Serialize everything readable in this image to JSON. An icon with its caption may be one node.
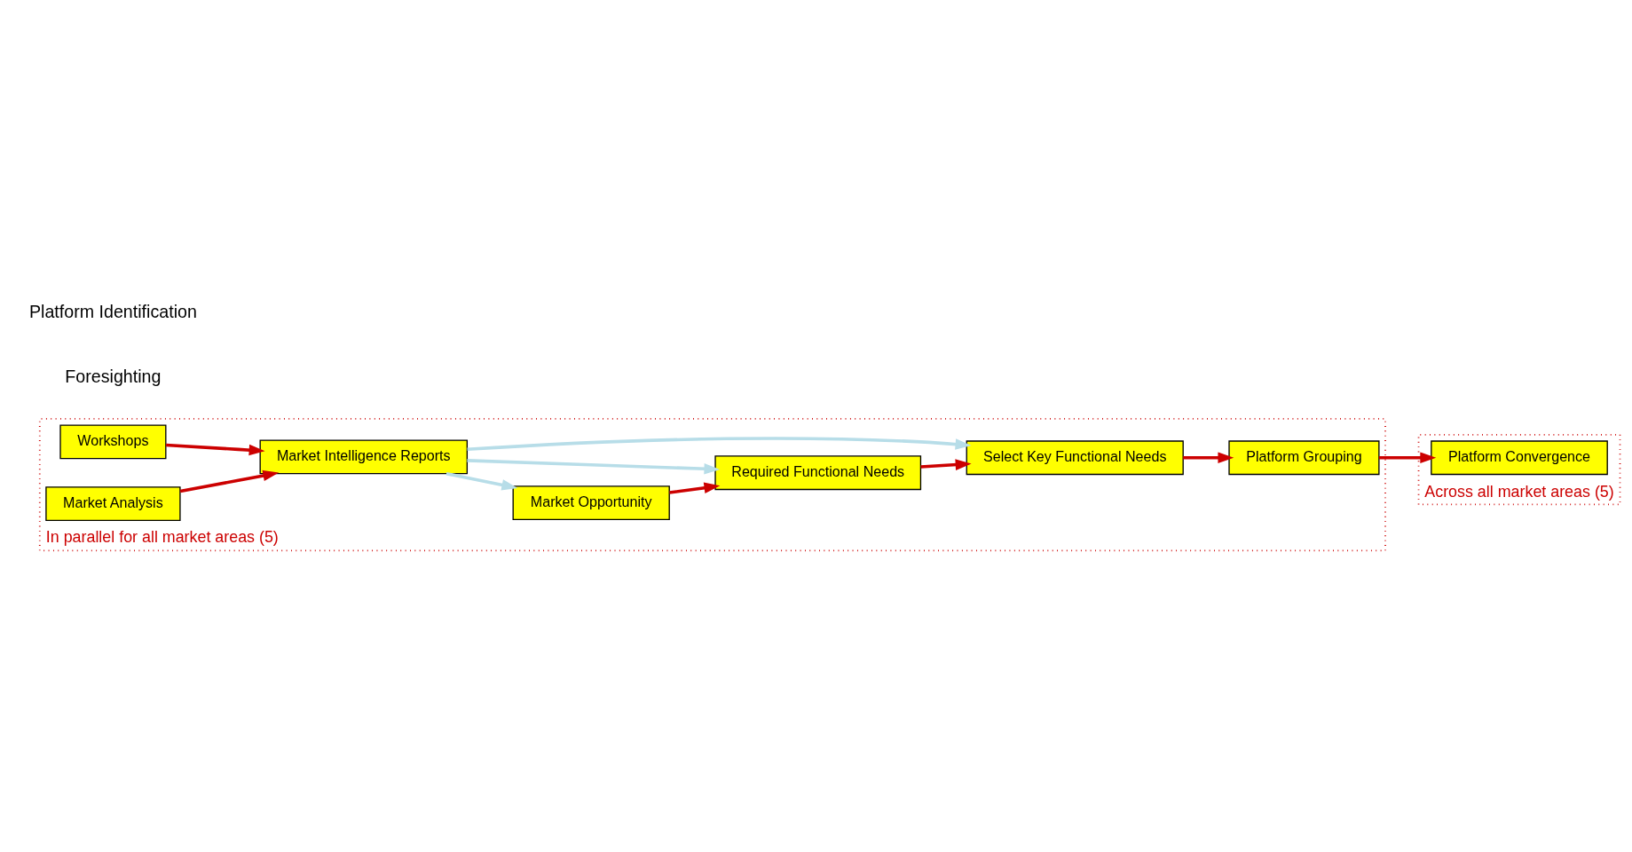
{
  "diagram": {
    "nodes": [
      {
        "text": [
          "In parallel for all market areas (5)"
        ]
      },
      {
        "text": [
          "Workshops"
        ],
        "in": 0
      },
      {
        "text": [
          "Market Analysis"
        ],
        "in": 0
      },
      {
        "text": [
          "Market Intelligence Reports"
        ],
        "in": 0
      },
      {
        "text": [
          "Market Opportunity"
        ],
        "in": 0
      },
      {
        "text": [
          "Required Functional Needs"
        ],
        "in": 0
      },
      {
        "text": [
          "Select Key Functional Needs"
        ],
        "in": 0
      },
      {
        "text": [
          "Platform Grouping"
        ],
        "in": 0
      },
      {
        "text": [
          "Across all market areas (5)"
        ]
      },
      {
        "text": [
          "Platform Convergence"
        ],
        "in": 8
      }
    ],
    "edges": [
      {
        "from": 1,
        "to": 3,
        "arrow": "to"
      },
      {
        "from": 2,
        "to": 3,
        "arrow": "to"
      },
      {
        "from": 3,
        "to": 4,
        "arrow": "to",
        "color": "#b7dde8"
      },
      {
        "from": 3,
        "to": 5,
        "arrow": "to",
        "color": "#b7dde8"
      },
      {
        "from": 3,
        "to": 6,
        "arrow": "to",
        "color": "#b7dde8"
      },
      {
        "from": 4,
        "to": 5,
        "arrow": "to"
      },
      {
        "from": 5,
        "to": 6,
        "arrow": "to"
      },
      {
        "from": 6,
        "to": 7,
        "arrow": "to"
      },
      {
        "from": 7,
        "to": 9,
        "arrow": "to"
      }
    ],
    "labels": [
      "Foresighting",
      "Platform Identification"
    ]
  }
}
